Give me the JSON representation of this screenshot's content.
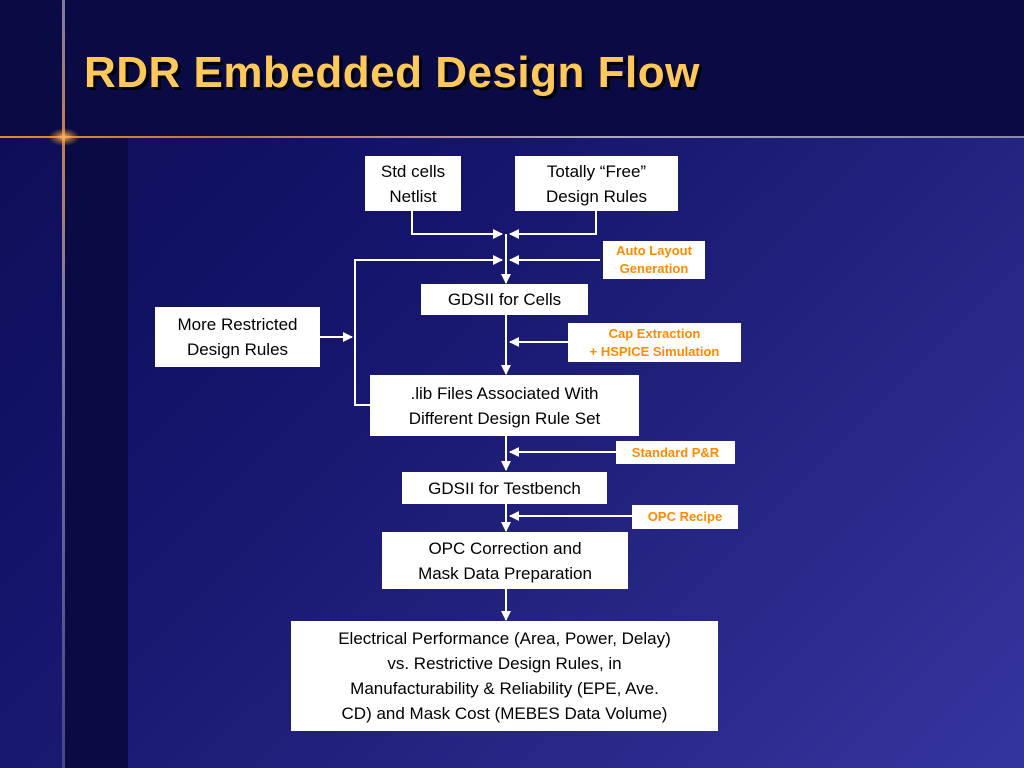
{
  "slide": {
    "title": "RDR Embedded Design Flow"
  },
  "boxes": {
    "std_cells": "Std cells\nNetlist",
    "free_rules": "Totally “Free”\nDesign Rules",
    "gdsii_cells": "GDSII for Cells",
    "restricted_rules": "More Restricted\nDesign Rules",
    "lib_files": ".lib Files Associated With\nDifferent Design Rule Set",
    "gdsii_testbench": "GDSII for Testbench",
    "opc_correction": "OPC Correction and\nMask Data Preparation",
    "electrical_perf": "Electrical Performance (Area, Power, Delay)\nvs. Restrictive Design Rules, in\nManufacturability & Reliability (EPE, Ave.\nCD) and Mask Cost (MEBES Data Volume)"
  },
  "labels": {
    "auto_layout": "Auto Layout\nGeneration",
    "cap_extraction": "Cap Extraction\n+  HSPICE Simulation",
    "standard_pr": "Standard P&R",
    "opc_recipe": "OPC Recipe"
  },
  "colors": {
    "title": "#ffc85a",
    "label_text": "#ff8a00",
    "connector": "#ffffff"
  }
}
